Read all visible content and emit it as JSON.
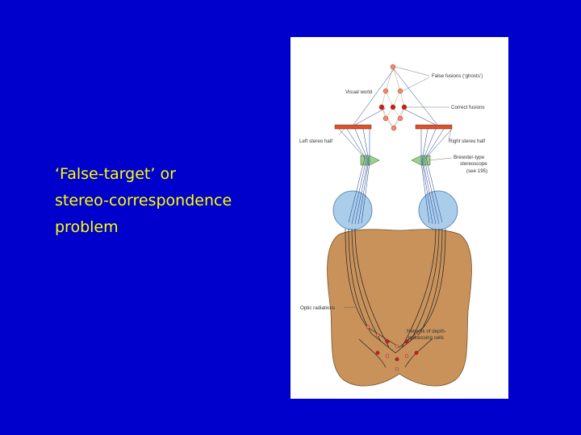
{
  "slide": {
    "text_lines": [
      "‘False-target’ or",
      "stereo-correspondence",
      "problem"
    ]
  },
  "figure": {
    "labels": {
      "false_fusions": "False fusions (‘ghosts’)",
      "visual_world": "Visual world",
      "correct_fusions": "Correct fusions",
      "left_stereo_half": "Left stereo half",
      "right_stereo_half": "Right stereo half",
      "stereoscope_1": "Brewster-type",
      "stereoscope_2": "stereoscope",
      "stereoscope_3": "(see 195)",
      "optic_radiations": "Optic radiations",
      "network_1": "Network of depth-",
      "network_2": "processing cells"
    }
  },
  "colors": {
    "background": "#0000cc",
    "text": "#ffff00",
    "brain": "#c8925a",
    "eye": "#a9cdea",
    "plate": "#d9532b",
    "lens": "#9ccf8a",
    "correct_dot": "#d21a1a",
    "false_dot": "#f08a6a"
  }
}
